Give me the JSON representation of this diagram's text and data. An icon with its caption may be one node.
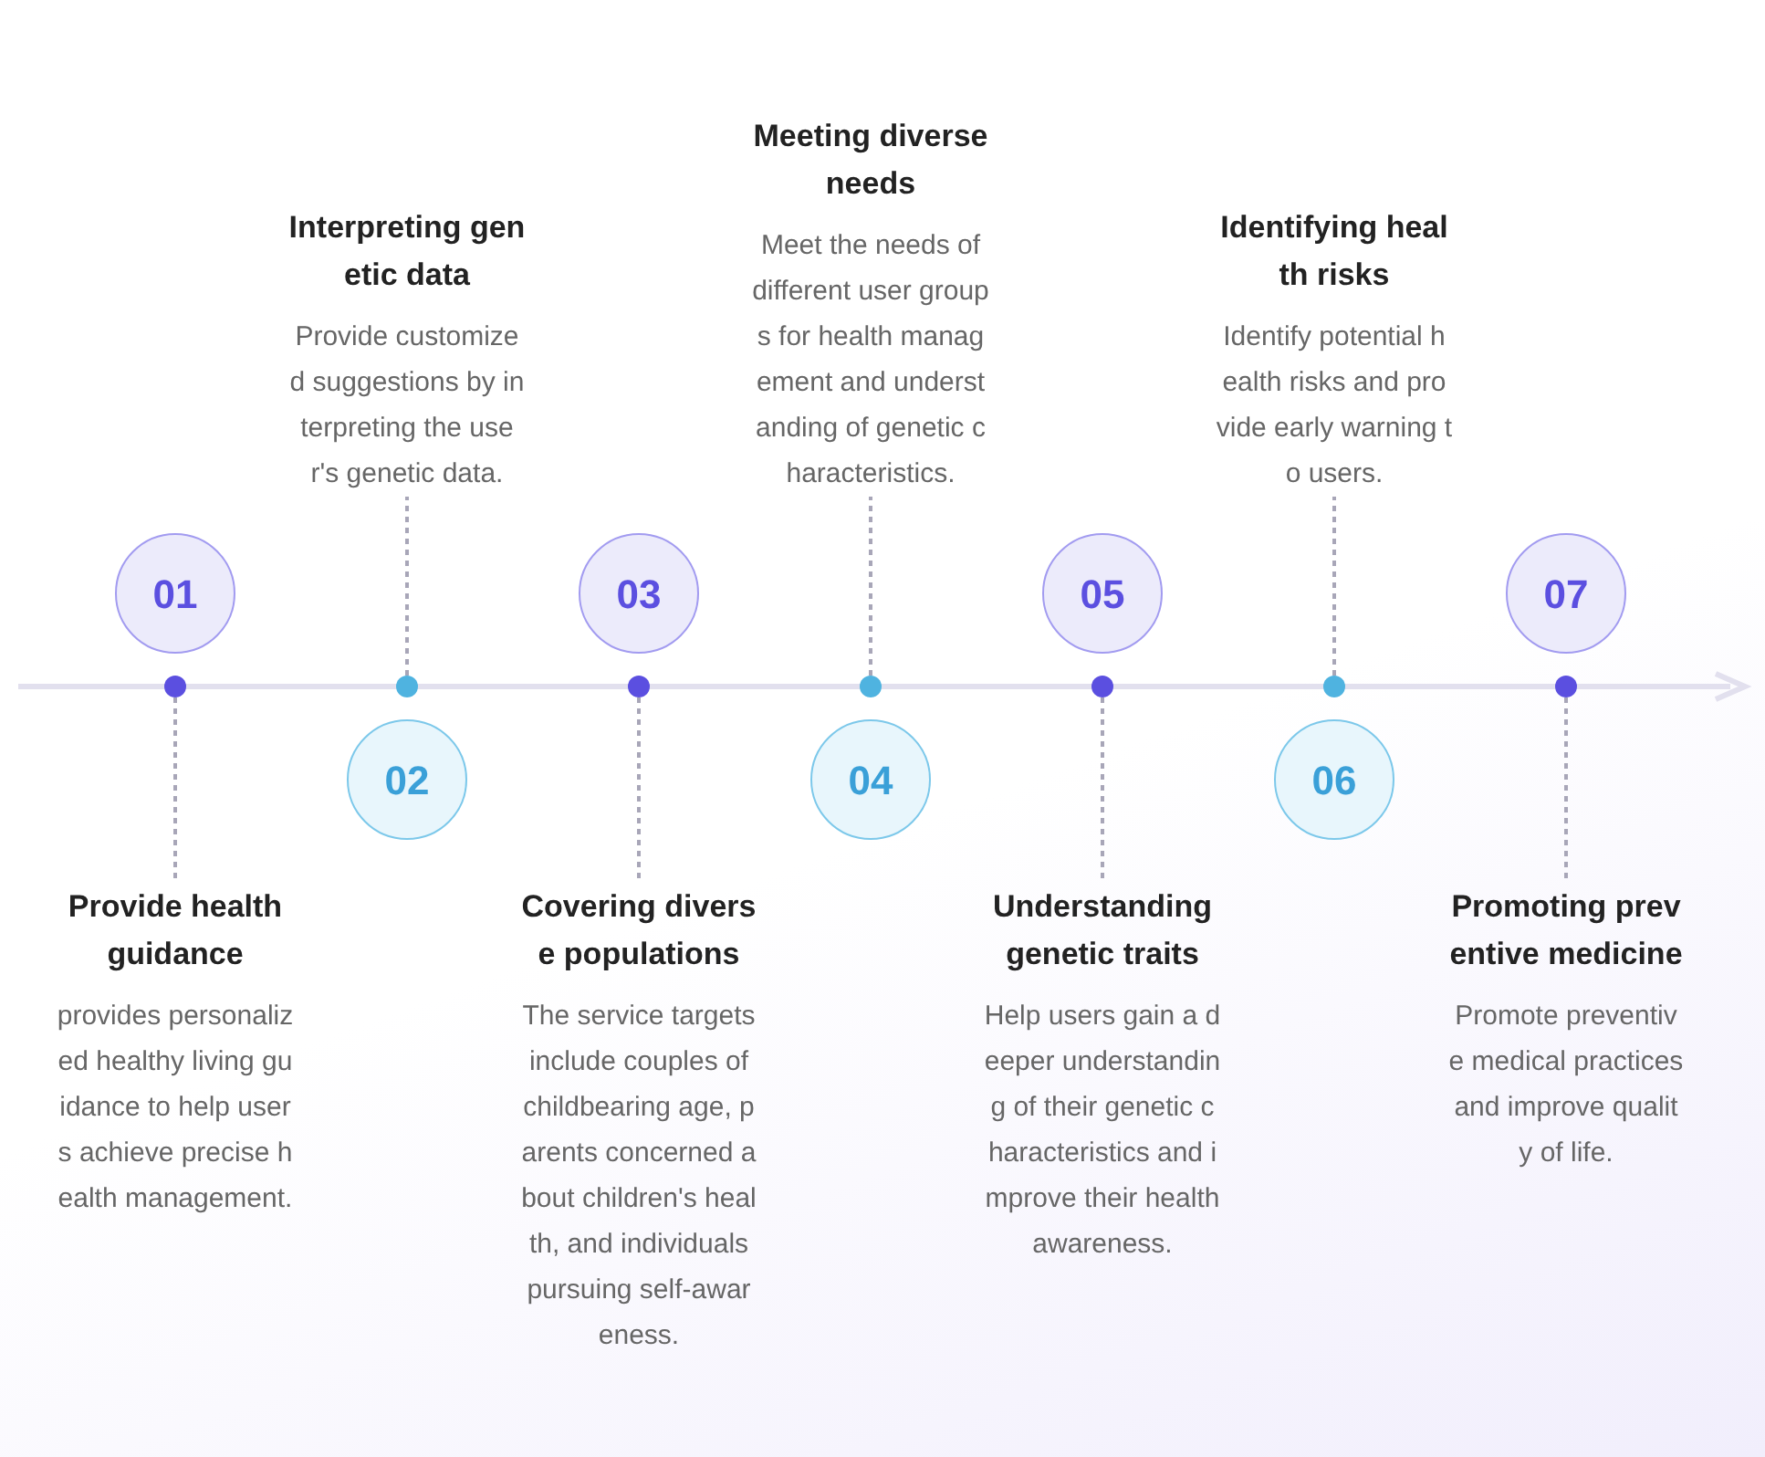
{
  "diagram": {
    "nodes": [
      {
        "text": [
          "01"
        ]
      },
      {
        "text": [],
        "shape": "circle"
      },
      {
        "text": [
          "Provide health guidance",
          "provides personalized healthy living guidance to help users achieve precise health management."
        ]
      },
      {
        "text": [
          "02"
        ]
      },
      {
        "text": [],
        "shape": "circle"
      },
      {
        "text": [
          "Interpreting genetic data",
          "Provide customized suggestions by interpreting the user's genetic data."
        ]
      },
      {
        "text": [
          "03"
        ]
      },
      {
        "text": [],
        "shape": "circle"
      },
      {
        "text": [
          "Covering diverse populations",
          "The service targets include couples of childbearing age, parents concerned about children's health, and individuals pursuing self-awareness."
        ]
      },
      {
        "text": [
          "04"
        ]
      },
      {
        "text": [],
        "shape": "circle"
      },
      {
        "text": [
          "Meeting diverse needs",
          "Meet the needs of different user groups for health management and understanding of genetic characteristics."
        ]
      },
      {
        "text": [
          "05"
        ]
      },
      {
        "text": [],
        "shape": "circle"
      },
      {
        "text": [
          "Understanding genetic traits",
          "Help users gain a deeper understanding of their genetic characteristics and improve their health awareness."
        ]
      },
      {
        "text": [
          "06"
        ]
      },
      {
        "text": [],
        "shape": "circle"
      },
      {
        "text": [
          "Identifying health risks",
          "Identify potential health risks and provide early warning to users."
        ]
      },
      {
        "text": [
          "07"
        ]
      },
      {
        "text": [],
        "shape": "circle"
      },
      {
        "text": [
          "Promoting preventive medicine",
          "Promote preventive medical practices and improve quality of life."
        ]
      }
    ],
    "edges": [
      {
        "from": 1,
        "to": 2,
        "arrow": "none",
        "style": "dashed"
      },
      {
        "from": 4,
        "to": 5,
        "arrow": "none",
        "style": "dashed"
      },
      {
        "from": 7,
        "to": 8,
        "arrow": "none",
        "style": "dashed"
      },
      {
        "from": 10,
        "to": 11,
        "arrow": "none",
        "style": "dashed"
      },
      {
        "from": 13,
        "to": 14,
        "arrow": "none",
        "style": "dashed"
      },
      {
        "from": 16,
        "to": 17,
        "arrow": "none",
        "style": "dashed"
      },
      {
        "from": 19,
        "to": 20,
        "arrow": "none",
        "style": "dashed"
      }
    ]
  }
}
